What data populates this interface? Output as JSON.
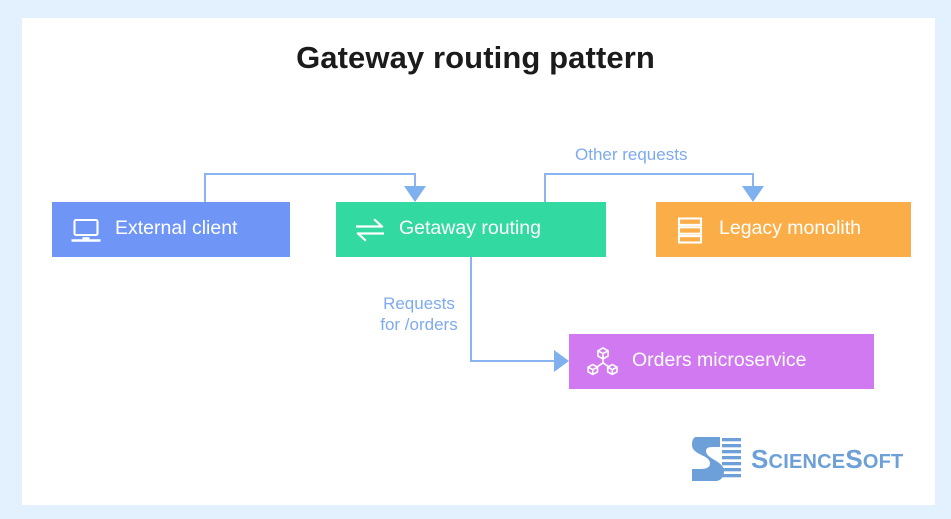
{
  "page": {
    "title": "Gateway routing pattern",
    "background_color": "#e3f0fd",
    "card_color": "#ffffff"
  },
  "diagram": {
    "type": "flow-diagram",
    "nodes": [
      {
        "id": "external-client",
        "label": "External client",
        "icon": "laptop-icon",
        "color": "#6f95f6"
      },
      {
        "id": "gateway-routing",
        "label": "Getaway routing",
        "icon": "bidirectional-arrows-icon",
        "color": "#32d9a0"
      },
      {
        "id": "legacy-monolith",
        "label": "Legacy monolith",
        "icon": "server-stack-icon",
        "color": "#fbae47"
      },
      {
        "id": "orders-microservice",
        "label": "Orders microservice",
        "icon": "microservice-cubes-icon",
        "color": "#d079f0"
      }
    ],
    "edges": [
      {
        "id": "client-to-gateway",
        "from": "external-client",
        "to": "gateway-routing",
        "label": "",
        "color": "#7eaaf0"
      },
      {
        "id": "gateway-to-legacy",
        "from": "gateway-routing",
        "to": "legacy-monolith",
        "label": "Other requests",
        "color": "#7eaaf0"
      },
      {
        "id": "gateway-to-orders",
        "from": "gateway-routing",
        "to": "orders-microservice",
        "label": "Requests\nfor /orders",
        "color": "#7eaaf0"
      }
    ],
    "edge_labels": {
      "other_requests": "Other requests",
      "requests_for_orders": "Requests\nfor /orders"
    }
  },
  "logo": {
    "name": "ScienceSoft",
    "text_science": "S",
    "text_science_rest": "CIENCE",
    "text_soft": "S",
    "text_soft_rest": "OFT",
    "color": "#6d9fd8"
  }
}
